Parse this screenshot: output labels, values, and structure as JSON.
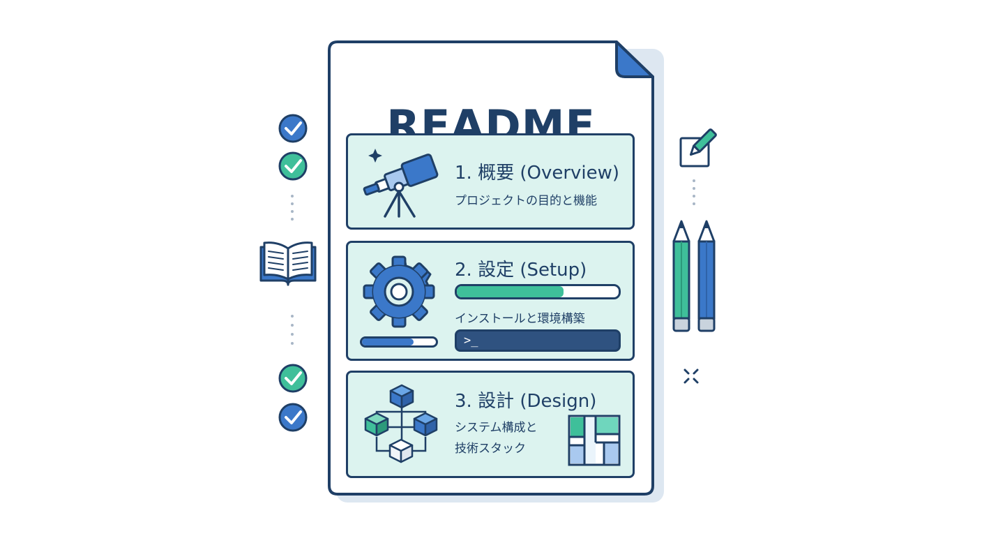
{
  "document": {
    "title": "README"
  },
  "sections": [
    {
      "heading": "1. 概要 (Overview)",
      "description": "プロジェクトの目的と機能",
      "icon": "telescope-icon"
    },
    {
      "heading": "2. 設定 (Setup)",
      "description": "インストールと環境構築",
      "icon": "gear-icon",
      "progress_main": 0.66,
      "progress_small": 0.7,
      "terminal_prompt": ">_"
    },
    {
      "heading": "3. 設計 (Design)",
      "description_line1": "システム構成と",
      "description_line2": "技術スタック",
      "icon": "cube-network-icon"
    }
  ],
  "colors": {
    "navy": "#1f3f66",
    "blue": "#3b78c9",
    "green": "#3fbf9a",
    "mint": "#dcf3ef",
    "light_blue": "#a9c9ef"
  }
}
